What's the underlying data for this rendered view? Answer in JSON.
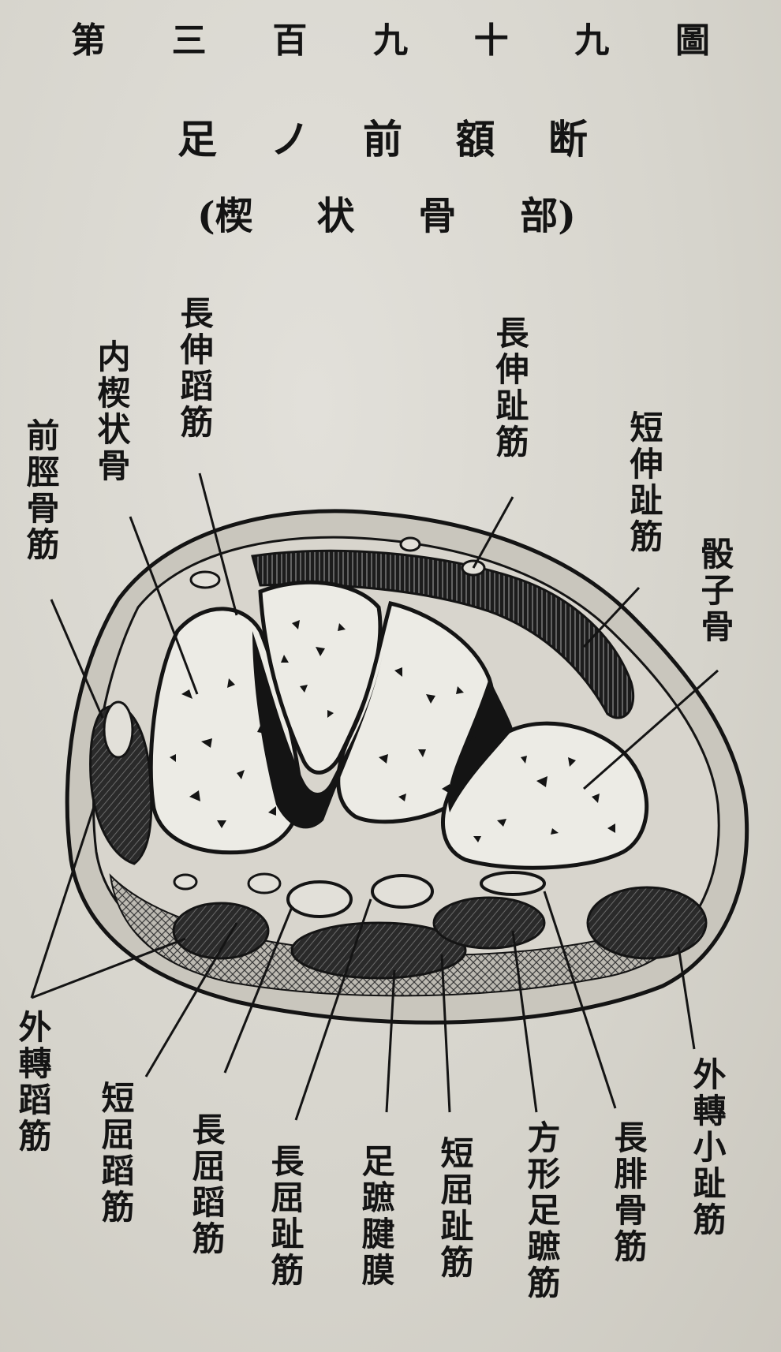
{
  "figure": {
    "number": [
      "第",
      "三",
      "百",
      "九",
      "十",
      "九",
      "圖"
    ],
    "title": [
      "足",
      "ノ",
      "前",
      "額",
      "断"
    ],
    "subtitle": [
      "(楔",
      "状",
      "骨",
      "部)"
    ]
  },
  "labels": {
    "tibialis_anterior": "前脛骨筋",
    "medial_cuneiform": "内楔状骨",
    "extensor_hallucis_longus": "長伸蹈筋",
    "extensor_digitorum_longus": "長伸趾筋",
    "extensor_digitorum_brevis": "短伸趾筋",
    "cuboid": "骰子骨",
    "abductor_hallucis": "外轉蹈筋",
    "flexor_hallucis_brevis": "短屈蹈筋",
    "flexor_hallucis_longus": "長屈蹈筋",
    "flexor_digitorum_longus": "長屈趾筋",
    "plantar_aponeurosis": "足蹠腱膜",
    "flexor_digitorum_brevis": "短屈趾筋",
    "quadratus_plantae": "方形足蹠筋",
    "peroneus_longus": "長腓骨筋",
    "abductor_digiti_minimi": "外轉小趾筋"
  },
  "colors": {
    "ink": "#141414",
    "paper": "#d9d7d0",
    "bone": "#ecebe5"
  }
}
